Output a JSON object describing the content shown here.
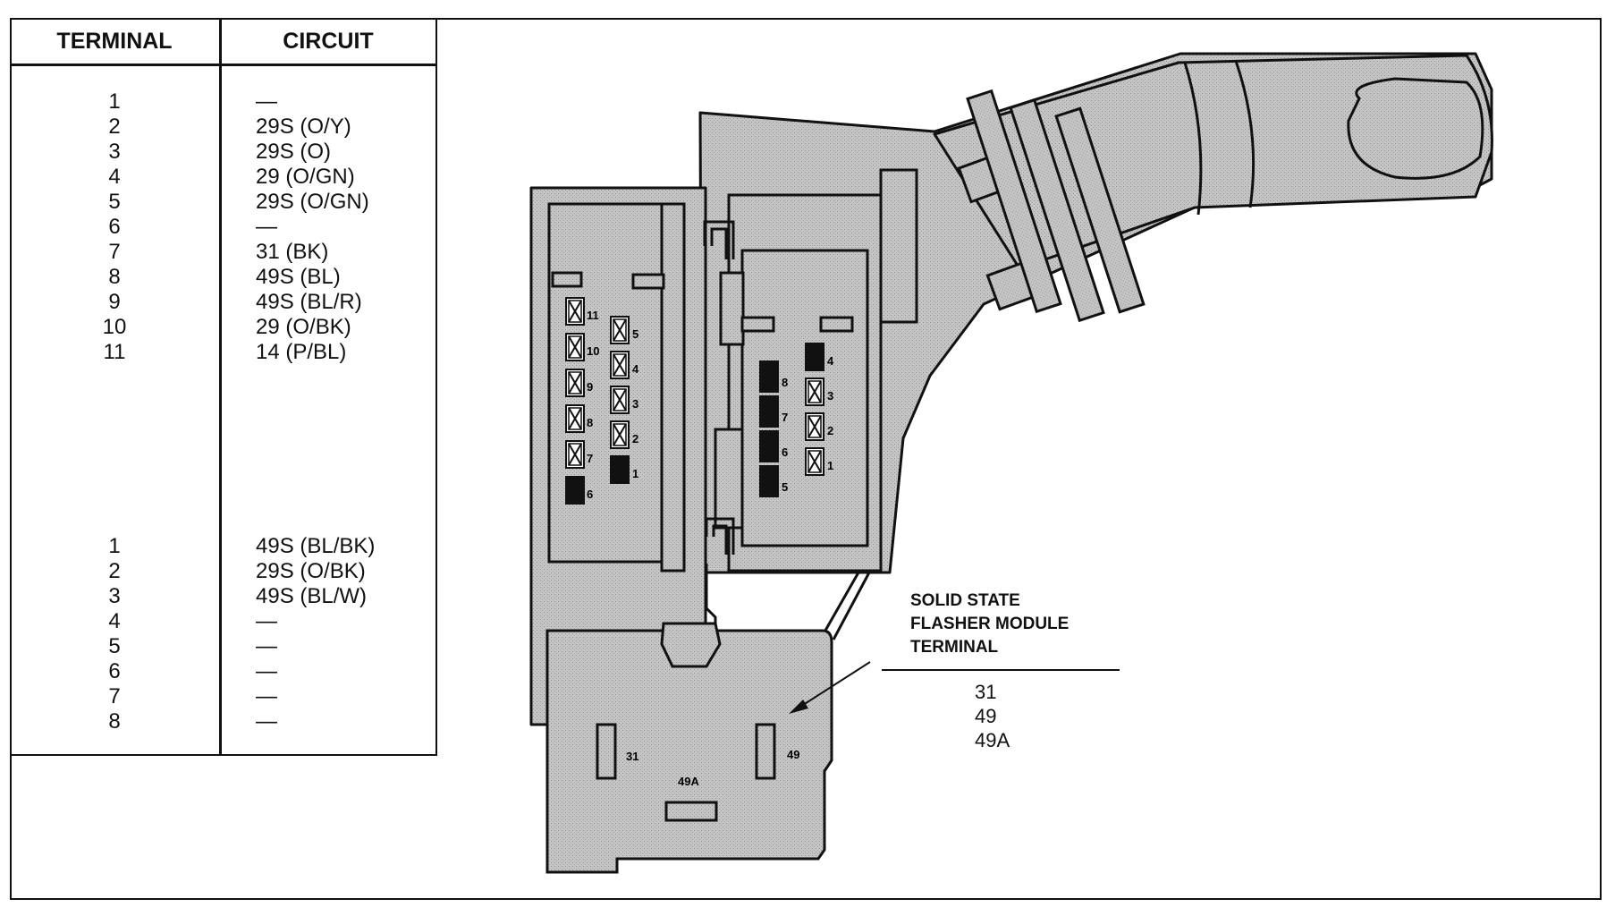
{
  "table": {
    "headers": {
      "terminal": "TERMINAL",
      "circuit": "CIRCUIT"
    },
    "group1": [
      {
        "terminal": "1",
        "circuit": "—"
      },
      {
        "terminal": "2",
        "circuit": "29S (O/Y)"
      },
      {
        "terminal": "3",
        "circuit": "29S (O)"
      },
      {
        "terminal": "4",
        "circuit": "29 (O/GN)"
      },
      {
        "terminal": "5",
        "circuit": "29S (O/GN)"
      },
      {
        "terminal": "6",
        "circuit": "—"
      },
      {
        "terminal": "7",
        "circuit": "31 (BK)"
      },
      {
        "terminal": "8",
        "circuit": "49S (BL)"
      },
      {
        "terminal": "9",
        "circuit": "49S (BL/R)"
      },
      {
        "terminal": "10",
        "circuit": "29 (O/BK)"
      },
      {
        "terminal": "11",
        "circuit": "14 (P/BL)"
      }
    ],
    "group2": [
      {
        "terminal": "1",
        "circuit": "49S (BL/BK)"
      },
      {
        "terminal": "2",
        "circuit": "29S (O/BK)"
      },
      {
        "terminal": "3",
        "circuit": "49S (BL/W)"
      },
      {
        "terminal": "4",
        "circuit": "—"
      },
      {
        "terminal": "5",
        "circuit": "—"
      },
      {
        "terminal": "6",
        "circuit": "—"
      },
      {
        "terminal": "7",
        "circuit": "—"
      },
      {
        "terminal": "8",
        "circuit": "—"
      }
    ]
  },
  "connector_left": {
    "col_a": [
      {
        "label": "11",
        "type": "crossed"
      },
      {
        "label": "10",
        "type": "crossed"
      },
      {
        "label": "9",
        "type": "crossed"
      },
      {
        "label": "8",
        "type": "crossed"
      },
      {
        "label": "7",
        "type": "crossed"
      },
      {
        "label": "6",
        "type": "solid"
      }
    ],
    "col_b": [
      {
        "label": "5",
        "type": "crossed"
      },
      {
        "label": "4",
        "type": "crossed"
      },
      {
        "label": "3",
        "type": "crossed"
      },
      {
        "label": "2",
        "type": "crossed"
      },
      {
        "label": "1",
        "type": "solid"
      }
    ]
  },
  "connector_right": {
    "col_a": [
      {
        "label": "8",
        "type": "solid"
      },
      {
        "label": "7",
        "type": "solid"
      },
      {
        "label": "6",
        "type": "solid"
      },
      {
        "label": "5",
        "type": "solid"
      }
    ],
    "col_b": [
      {
        "label": "4",
        "type": "solid"
      },
      {
        "label": "3",
        "type": "crossed"
      },
      {
        "label": "2",
        "type": "crossed"
      },
      {
        "label": "1",
        "type": "crossed"
      }
    ]
  },
  "flasher": {
    "pin_labels": {
      "p31": "31",
      "p49": "49",
      "p49a": "49A"
    },
    "callout_title": [
      "SOLID STATE",
      "FLASHER MODULE",
      "TERMINAL"
    ],
    "callout_values": [
      "31",
      "49",
      "49A"
    ]
  },
  "colors": {
    "body_fill": "#bdbdbd",
    "line": "#111111",
    "pin_solid": "#111111",
    "background": "#ffffff"
  }
}
